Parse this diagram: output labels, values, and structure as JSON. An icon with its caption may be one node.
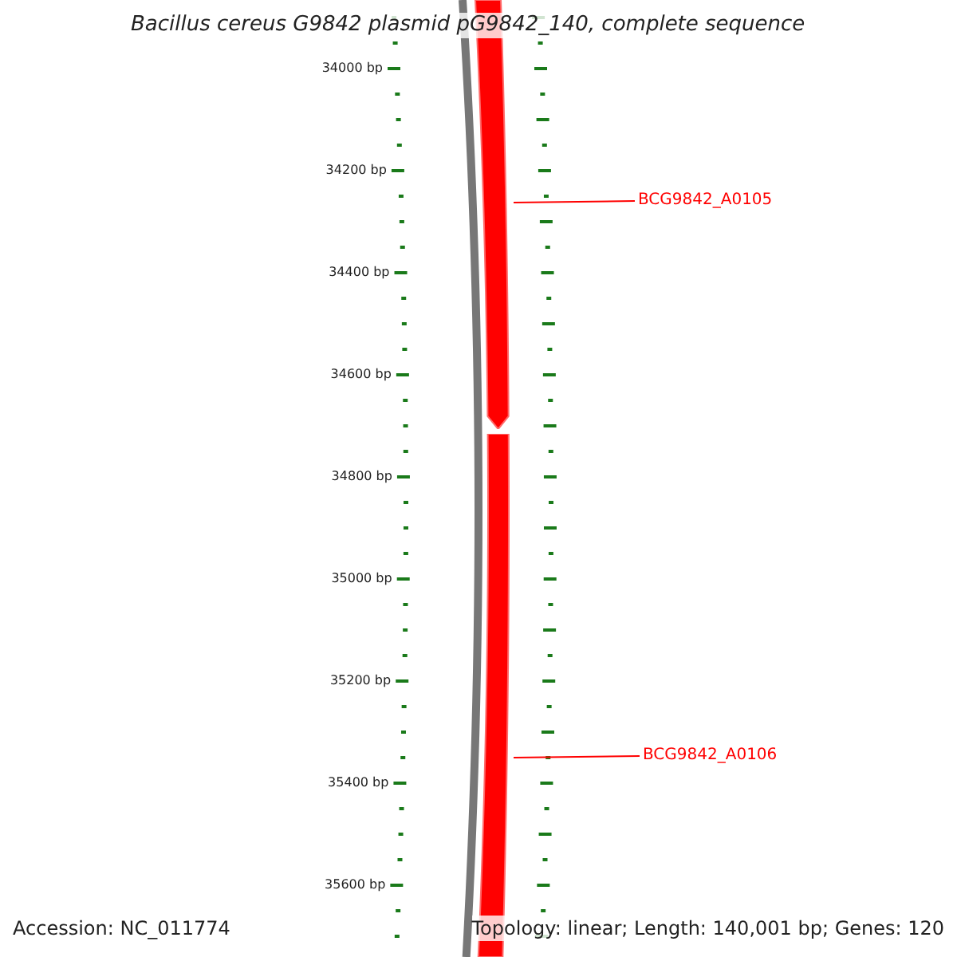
{
  "diagram": {
    "title": "Bacillus cereus G9842 plasmid pG9842_140, complete sequence",
    "nodes": [
      {
        "text": [],
        "shape": "bar"
      },
      {
        "text": [],
        "shape": "bar"
      },
      {
        "text": [
          "BCG9842_A0105"
        ]
      },
      {
        "text": [
          "BCG9842_A0106"
        ]
      }
    ],
    "edges": [
      {
        "from": 2,
        "to": 0,
        "arrow": "none",
        "color": "#ff0000"
      },
      {
        "from": 3,
        "to": 1,
        "arrow": "none",
        "color": "#ff0000"
      }
    ],
    "labels": [
      "34000 bp",
      "34200 bp",
      "34400 bp",
      "34600 bp",
      "34800 bp",
      "35000 bp",
      "35200 bp",
      "35400 bp",
      "35600 bp",
      "Accession: NC_011774",
      "Topology: linear; Length: 140,001 bp; Genes: 120"
    ]
  }
}
